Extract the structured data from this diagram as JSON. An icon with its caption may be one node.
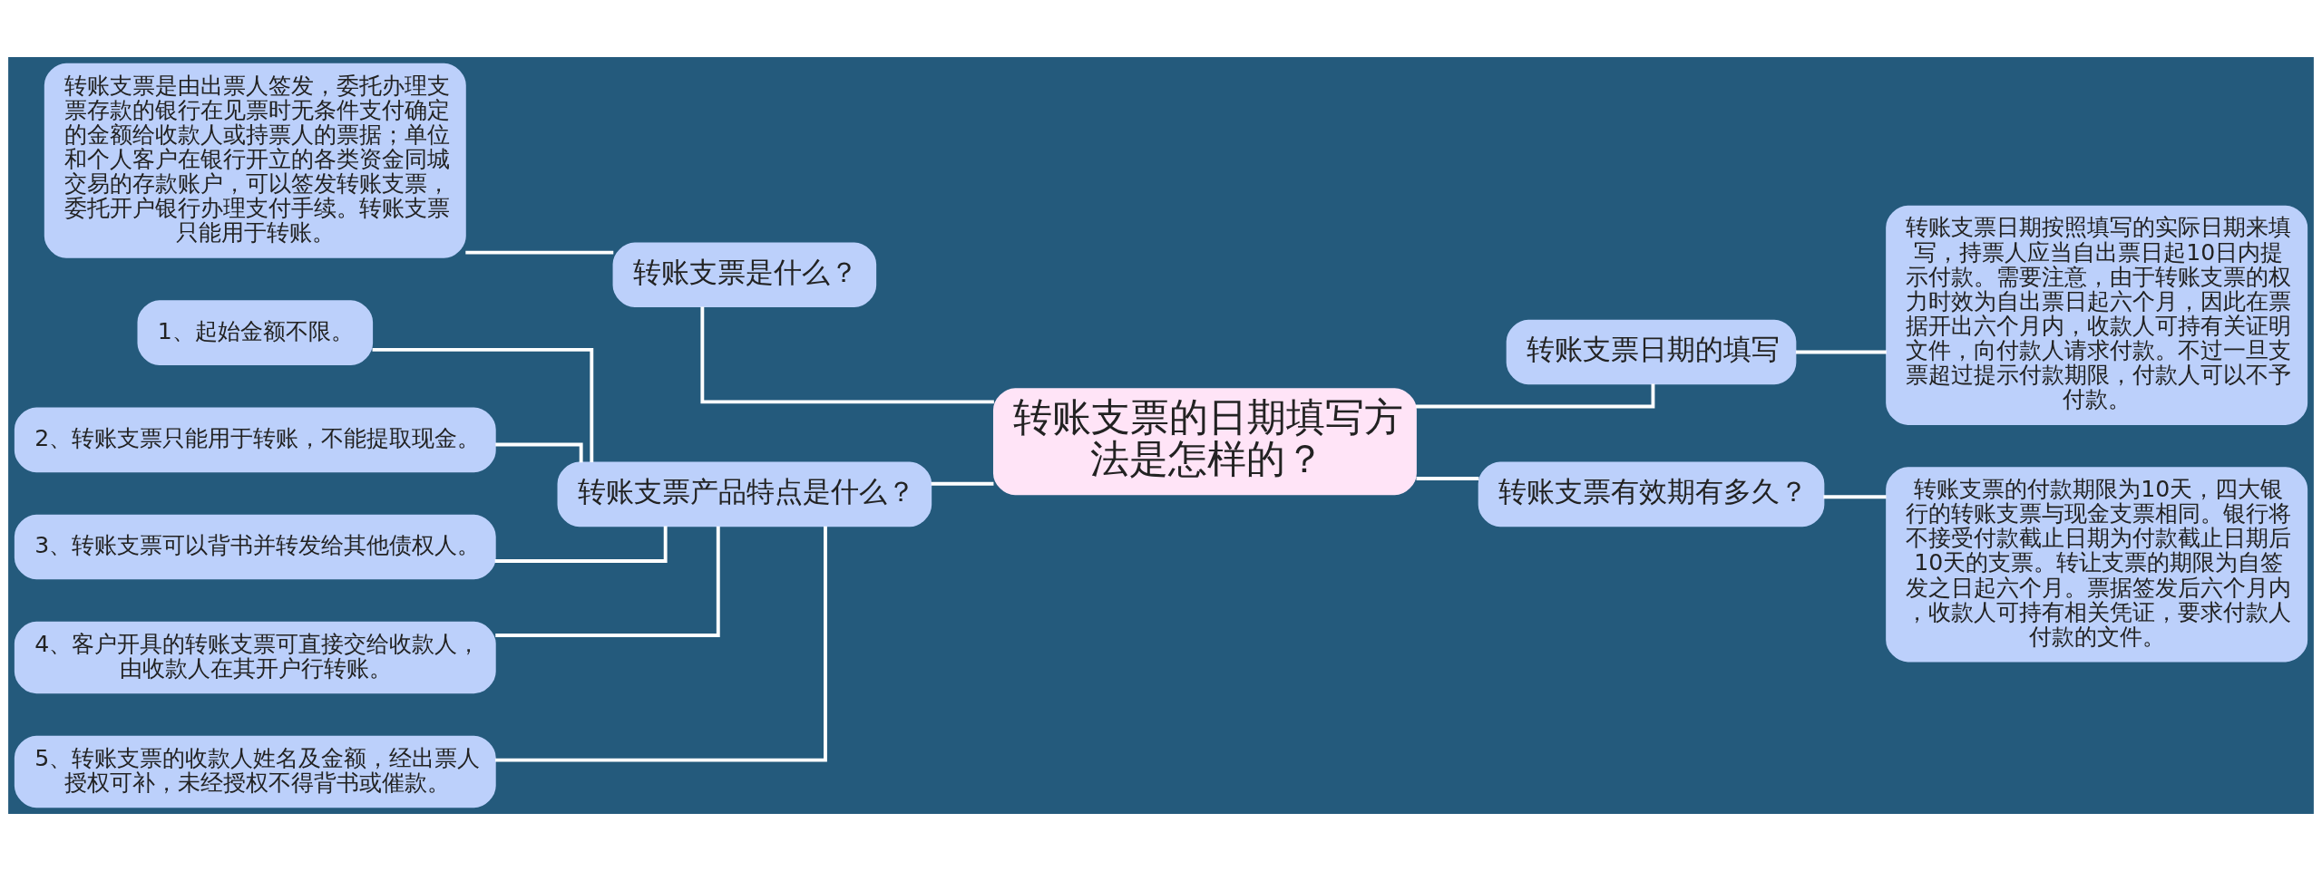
{
  "diagram": {
    "nodes": [
      {
        "text": [
          "转账支票的日期填写方法是怎样的？"
        ]
      },
      {
        "text": [
          "转账支票是什么？"
        ]
      },
      {
        "text": [
          "转账支票是由出票人签发，委托办理支票存款的银行在见票时无条件支付确定的金额给收款人或持票人的票据；单位和个人客户在银行开立的各类资金同城交易的存款账户，可以签发转账支票，委托开户银行办理支付手续。转账支票只能用于转账。"
        ]
      },
      {
        "text": [
          "转账支票产品特点是什么？"
        ]
      },
      {
        "text": [
          "1、起始金额不限。"
        ]
      },
      {
        "text": [
          "2、转账支票只能用于转账，不能提取现金。"
        ]
      },
      {
        "text": [
          "3、转账支票可以背书并转发给其他债权人。"
        ]
      },
      {
        "text": [
          "4、客户开具的转账支票可直接交给收款人，由收款人在其开户行转账。"
        ]
      },
      {
        "text": [
          "5、转账支票的收款人姓名及金额，经出票人授权可补，未经授权不得背书或催款。"
        ]
      },
      {
        "text": [
          "转账支票日期的填写"
        ]
      },
      {
        "text": [
          "转账支票日期按照填写的实际日期来填写，持票人应当自出票日起10日内提示付款。需要注意，由于转账支票的权力时效为自出票日起六个月，因此在票据开出六个月内，收款人可持有关证明文件，向付款人请求付款。不过一旦支票超过提示付款期限，付款人可以不予付款。"
        ]
      },
      {
        "text": [
          "转账支票有效期有多久？"
        ]
      },
      {
        "text": [
          "转账支票的付款期限为10天，四大银行的转账支票与现金支票相同。银行将不接受付款截止日期为付款截止日期后10天的支票。转让支票的期限为自签发之日起六个月。票据签发后六个月内，收款人可持有相关凭证，要求付款人付款的文件。"
        ]
      }
    ],
    "edges": [
      {
        "from": 0,
        "to": 1,
        "arrow": "none"
      },
      {
        "from": 1,
        "to": 2,
        "arrow": "none"
      },
      {
        "from": 0,
        "to": 3,
        "arrow": "none"
      },
      {
        "from": 3,
        "to": 4,
        "arrow": "none"
      },
      {
        "from": 3,
        "to": 5,
        "arrow": "none"
      },
      {
        "from": 3,
        "to": 6,
        "arrow": "none"
      },
      {
        "from": 3,
        "to": 7,
        "arrow": "none"
      },
      {
        "from": 3,
        "to": 8,
        "arrow": "none"
      },
      {
        "from": 0,
        "to": 9,
        "arrow": "none"
      },
      {
        "from": 9,
        "to": 10,
        "arrow": "none"
      },
      {
        "from": 0,
        "to": 11,
        "arrow": "none"
      },
      {
        "from": 11,
        "to": 12,
        "arrow": "none"
      }
    ]
  }
}
